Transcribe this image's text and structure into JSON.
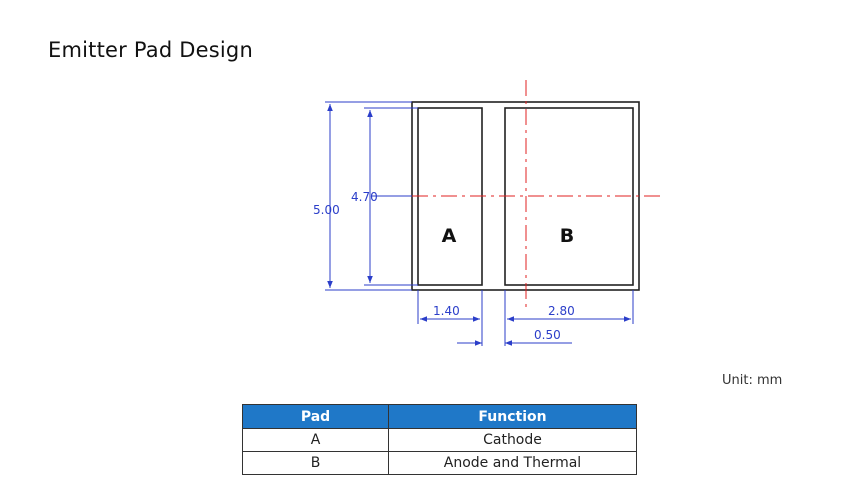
{
  "title": "Emitter Pad Design",
  "unit_label": "Unit: mm",
  "drawing": {
    "pad_a_label": "A",
    "pad_b_label": "B",
    "dimensions": {
      "outer_height": "5.00",
      "pad_height": "4.70",
      "pad_a_width": "1.40",
      "pad_b_width": "2.80",
      "gap": "0.50"
    },
    "colors": {
      "outline": "#222222",
      "dimension": "#2b3ec9",
      "centerline": "#e02020"
    }
  },
  "table": {
    "headers": [
      "Pad",
      "Function"
    ],
    "rows": [
      [
        "A",
        "Cathode"
      ],
      [
        "B",
        "Anode and Thermal"
      ]
    ],
    "header_color": "#1f78c8"
  }
}
